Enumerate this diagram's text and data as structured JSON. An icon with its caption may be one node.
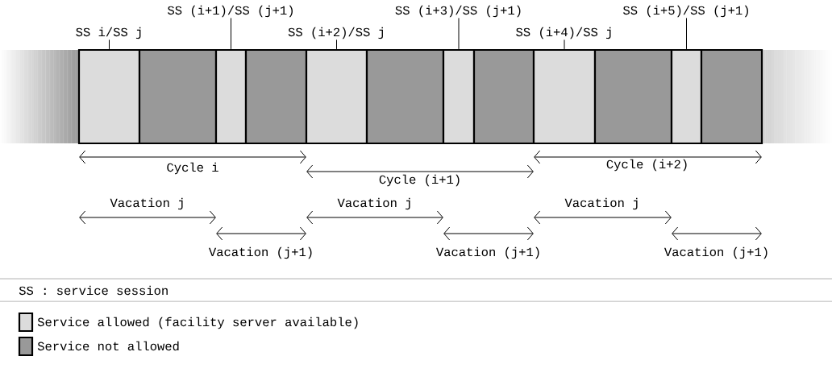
{
  "diagram": {
    "nodes": [
      {
        "text": [
          "SS i/SS j"
        ]
      },
      {
        "text": [
          "SS (i+1)/SS (j+1)"
        ]
      },
      {
        "text": [
          "SS (i+2)/SS j"
        ]
      },
      {
        "text": [
          "SS (i+3)/SS (j+1)"
        ]
      },
      {
        "text": [
          "SS (i+4)/SS j"
        ]
      },
      {
        "text": [
          "SS (i+5)/SS (j+1)"
        ]
      },
      {
        "text": [],
        "shape": "box"
      },
      {
        "text": [],
        "shape": "box"
      },
      {
        "text": [],
        "shape": "box"
      },
      {
        "text": [],
        "shape": "box"
      },
      {
        "text": [],
        "shape": "box"
      },
      {
        "text": [],
        "shape": "box"
      },
      {
        "text": [],
        "shape": "box"
      },
      {
        "text": [],
        "shape": "box"
      },
      {
        "text": [],
        "shape": "box"
      },
      {
        "text": [],
        "shape": "box"
      },
      {
        "text": [],
        "shape": "box"
      },
      {
        "text": [],
        "shape": "box"
      }
    ],
    "edges": [
      {
        "from": 0,
        "to": 6,
        "arrow": "none"
      },
      {
        "from": 1,
        "to": 8,
        "arrow": "none"
      },
      {
        "from": 2,
        "to": 10,
        "arrow": "none"
      },
      {
        "from": 3,
        "to": 12,
        "arrow": "none"
      },
      {
        "from": 4,
        "to": 14,
        "arrow": "none"
      },
      {
        "from": 5,
        "to": 16,
        "arrow": "none"
      }
    ],
    "labels": [
      "Cycle i",
      "Cycle (i+1)",
      "Cycle (i+2)",
      "Vacation j",
      "Vacation j",
      "Vacation j",
      "Vacation (j+1)",
      "Vacation (j+1)",
      "Vacation (j+1)",
      "SS : service session"
    ],
    "legend": [
      {
        "text": "Service allowed (facility server available)",
        "color": "#dcdcdc"
      },
      {
        "text": "Service not allowed",
        "color": "#999999"
      }
    ]
  }
}
